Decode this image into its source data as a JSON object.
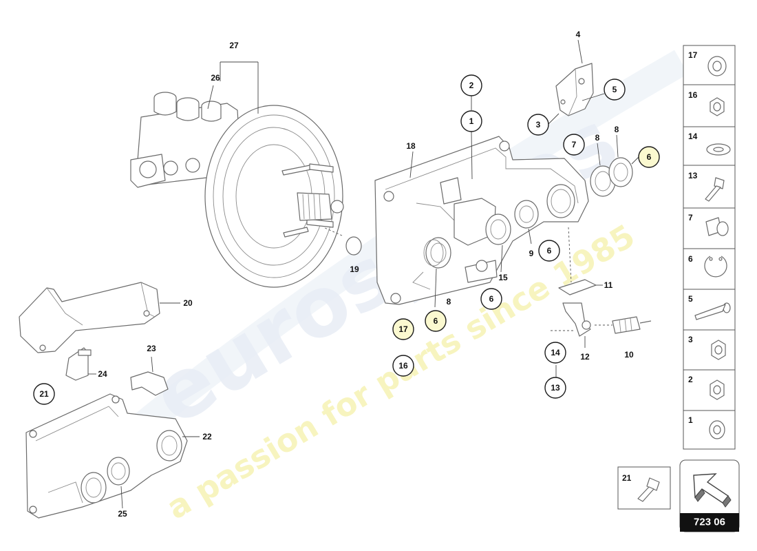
{
  "watermark": {
    "brand": "eurospares",
    "tagline": "a passion for parts since 1985"
  },
  "diagram_code": "723 06",
  "callouts": [
    {
      "id": "c2",
      "label": "2",
      "highlight": false
    },
    {
      "id": "c1",
      "label": "1",
      "highlight": false
    },
    {
      "id": "c5",
      "label": "5",
      "highlight": false
    },
    {
      "id": "c3",
      "label": "3",
      "highlight": false
    },
    {
      "id": "c7",
      "label": "7",
      "highlight": false
    },
    {
      "id": "c6a",
      "label": "6",
      "highlight": true
    },
    {
      "id": "c6b",
      "label": "6",
      "highlight": false
    },
    {
      "id": "c6c",
      "label": "6",
      "highlight": false
    },
    {
      "id": "c6d",
      "label": "6",
      "highlight": true
    },
    {
      "id": "c17",
      "label": "17",
      "highlight": true
    },
    {
      "id": "c16",
      "label": "16",
      "highlight": false
    },
    {
      "id": "c14",
      "label": "14",
      "highlight": false
    },
    {
      "id": "c13",
      "label": "13",
      "highlight": false
    },
    {
      "id": "c21",
      "label": "21",
      "highlight": false
    }
  ],
  "labels": [
    {
      "id": "l27",
      "label": "27"
    },
    {
      "id": "l26",
      "label": "26"
    },
    {
      "id": "l4",
      "label": "4"
    },
    {
      "id": "l18",
      "label": "18"
    },
    {
      "id": "l8a",
      "label": "8"
    },
    {
      "id": "l8b",
      "label": "8"
    },
    {
      "id": "l8c",
      "label": "8"
    },
    {
      "id": "l9",
      "label": "9"
    },
    {
      "id": "l15",
      "label": "15"
    },
    {
      "id": "l19",
      "label": "19"
    },
    {
      "id": "l11",
      "label": "11"
    },
    {
      "id": "l10",
      "label": "10"
    },
    {
      "id": "l12",
      "label": "12"
    },
    {
      "id": "l20",
      "label": "20"
    },
    {
      "id": "l23",
      "label": "23"
    },
    {
      "id": "l24",
      "label": "24"
    },
    {
      "id": "l22",
      "label": "22"
    },
    {
      "id": "l25",
      "label": "25"
    }
  ],
  "legend": [
    {
      "label": "17",
      "icon": "washer-icon"
    },
    {
      "label": "16",
      "icon": "nut-icon"
    },
    {
      "label": "14",
      "icon": "flat-washer-icon"
    },
    {
      "label": "13",
      "icon": "bolt-icon"
    },
    {
      "label": "7",
      "icon": "bump-stop-icon"
    },
    {
      "label": "6",
      "icon": "circlip-icon"
    },
    {
      "label": "5",
      "icon": "screw-icon"
    },
    {
      "label": "3",
      "icon": "hex-nut-icon"
    },
    {
      "label": "2",
      "icon": "nut-icon"
    },
    {
      "label": "1",
      "icon": "washer-icon"
    }
  ],
  "inset": {
    "label": "21",
    "icon": "bolt-icon"
  }
}
